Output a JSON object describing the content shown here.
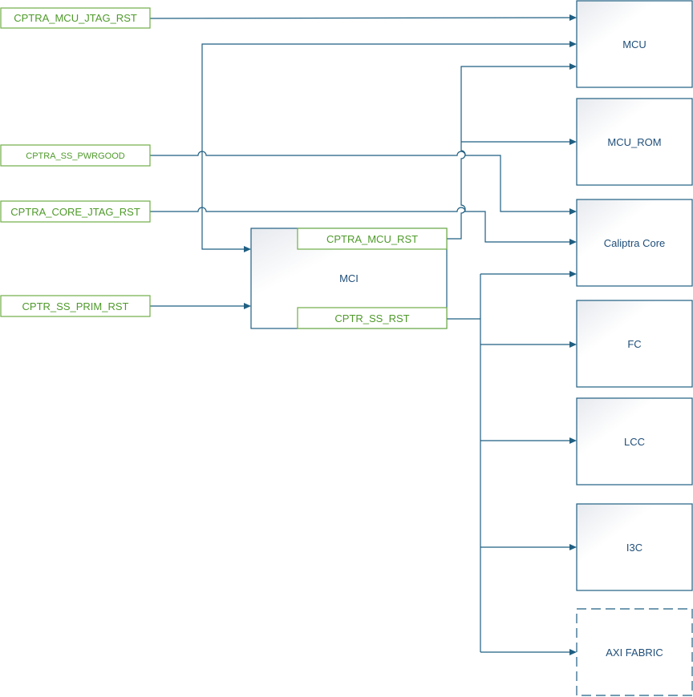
{
  "inputs": {
    "mcu_jtag_rst": "CPTRA_MCU_JTAG_RST",
    "ss_pwrgood": "CPTRA_SS_PWRGOOD",
    "core_jtag_rst": "CPTRA_CORE_JTAG_RST",
    "prim_rst": "CPTR_SS_PRIM_RST"
  },
  "mci": {
    "label": "MCI",
    "mcu_rst_port": "CPTRA_MCU_RST",
    "ss_rst_port": "CPTR_SS_RST"
  },
  "blocks": {
    "mcu": "MCU",
    "mcu_rom": "MCU_ROM",
    "caliptra_core": "Caliptra Core",
    "fc": "FC",
    "lcc": "LCC",
    "i3c": "I3C",
    "axi_fabric": "AXI FABRIC"
  },
  "colors": {
    "wire": "#1f5f82",
    "signal_border": "#70ad47",
    "signal_text": "#4e9a2a",
    "block_text": "#1f4e79"
  }
}
